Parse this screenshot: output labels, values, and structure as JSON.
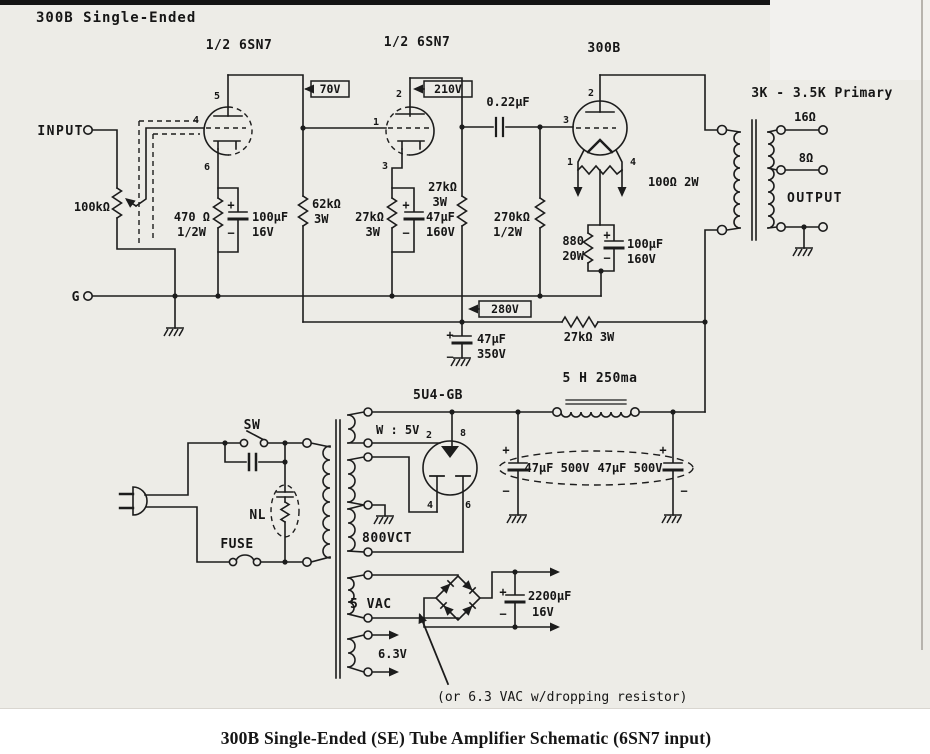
{
  "page": {
    "top_title": "300B Single-Ended",
    "note": "(or 6.3 VAC w/dropping resistor)",
    "figure_caption": "300B Single-Ended (SE) Tube Amplifier Schematic (6SN7 input)"
  },
  "stages": {
    "v1_label": "1/2 6SN7",
    "v2_label": "1/2 6SN7",
    "v3_label": "300B",
    "rectifier_label": "5U4-GB"
  },
  "test_points": {
    "tp1": "70V",
    "tp2": "210V",
    "tp3": "280V"
  },
  "io": {
    "input": "INPUT",
    "ground": "G",
    "output": "OUTPUT",
    "tap16": "16Ω",
    "tap8": "8Ω",
    "primary": "3K - 3.5K Primary"
  },
  "components": {
    "volume_pot": "100kΩ",
    "r_cathode1": "470 Ω",
    "r_cathode1_w": "1/2W",
    "c_cathode1": "100µF",
    "c_cathode1_v": "16V",
    "r_plate1": "62kΩ",
    "r_plate1_w": "3W",
    "r_cathode2": "27kΩ",
    "r_cathode2_w": "3W",
    "c_cathode2": "47µF",
    "c_cathode2_v": "160V",
    "r_plate2": "27kΩ",
    "r_plate2_w": "3W",
    "c_coupling": "0.22µF",
    "r_grid3": "270kΩ",
    "r_grid3_w": "1/2W",
    "hum_pot": "100Ω 2W",
    "r_cathode3": "880",
    "r_cathode3_w": "20W",
    "c_cathode3": "100µF",
    "c_cathode3_v": "160V",
    "c_filter_280": "47µF",
    "c_filter_280_v": "350V",
    "r_dropper": "27kΩ 3W",
    "choke": "5 H 250ma",
    "c_filter1": "47µF 500V",
    "c_filter2": "47µF 500V",
    "c_dc_fil": "2200µF",
    "c_dc_fil_v": "16V"
  },
  "power": {
    "switch": "SW",
    "neon": "NL",
    "fuse": "FUSE",
    "w_rect_fil": "W : 5V",
    "w_hv": "800VCT",
    "w_fil300b": "5 VAC",
    "w_heaters": "6.3V"
  },
  "pins": {
    "v1_plate": "5",
    "v1_grid": "4",
    "v1_cathode": "6",
    "v2_plate": "2",
    "v2_grid": "1",
    "v2_cathode": "3",
    "v3_plate": "2",
    "v3_grid": "3",
    "v3_fil_a": "1",
    "v3_fil_b": "4",
    "rect_fil_a": "2",
    "rect_fil_b": "8",
    "rect_plate_a": "4",
    "rect_plate_b": "6"
  },
  "signs": {
    "plus": "+",
    "minus": "−"
  }
}
